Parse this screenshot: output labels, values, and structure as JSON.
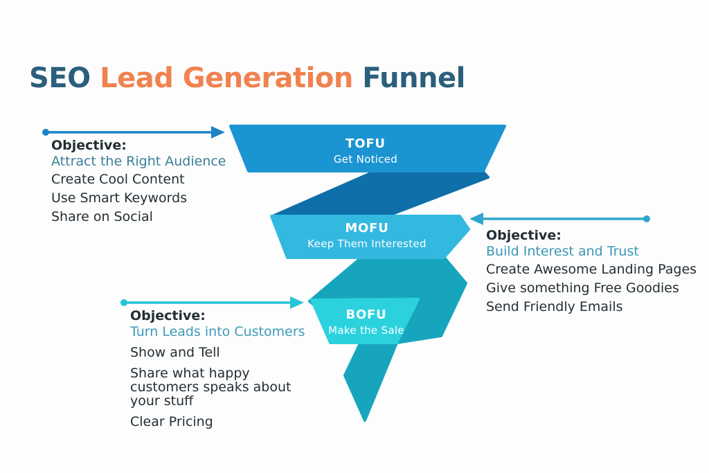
{
  "title": {
    "seo": "SEO",
    "lead_generation": "Lead Generation",
    "funnel": "Funnel"
  },
  "colors": {
    "background": "#FDFDFD",
    "title_dark": "#2B5F7B",
    "title_accent": "#F0824F",
    "text_dark": "#232E34",
    "stage_text": "#FFFFFF",
    "tofu": "#1B94D2",
    "mofu": "#33B8E0",
    "bofu": "#2BD2DE",
    "fold_top": "#0F6FA8",
    "fold_bottom": "#17A5BE",
    "arrow_tofu": "#1C84C6",
    "arrow_mofu": "#2FA6CC",
    "arrow_bofu": "#28C4D7"
  },
  "funnel": {
    "stages": [
      {
        "id": "tofu",
        "label": "TOFU",
        "sublabel": "Get Noticed"
      },
      {
        "id": "mofu",
        "label": "MOFU",
        "sublabel": "Keep Them Interested"
      },
      {
        "id": "bofu",
        "label": "BOFU",
        "sublabel": "Make the Sale"
      }
    ]
  },
  "annotations": [
    {
      "stage": "tofu",
      "objective_label": "Objective:",
      "objective": "Attract the Right Audience",
      "accent": "#3A7F97",
      "items": [
        "Create Cool Content",
        "Use Smart Keywords",
        "Share on Social"
      ]
    },
    {
      "stage": "mofu",
      "objective_label": "Objective:",
      "objective": "Build Interest and Trust",
      "accent": "#3C96B8",
      "items": [
        "Create Awesome Landing Pages",
        "Give something Free Goodies",
        "Send Friendly Emails"
      ]
    },
    {
      "stage": "bofu",
      "objective_label": "Objective:",
      "objective": "Turn Leads into Customers",
      "accent": "#3D9AB8",
      "items": [
        "Show and Tell",
        "Share what happy customers speaks about your stuff",
        "Clear Pricing"
      ]
    }
  ]
}
